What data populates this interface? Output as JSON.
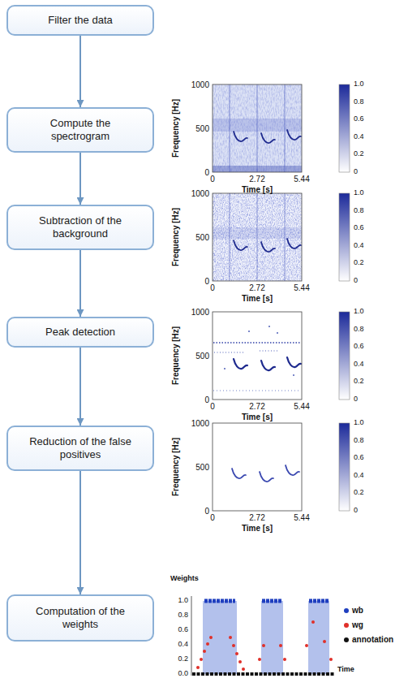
{
  "diagram": {
    "nodes": [
      {
        "text": [
          "Filter the data"
        ]
      },
      {
        "text": [
          "Compute the spectrogram"
        ]
      },
      {
        "text": [
          "Subtraction of the background"
        ]
      },
      {
        "text": [
          "Peak detection"
        ]
      },
      {
        "text": [
          "Reduction of the false positives"
        ]
      },
      {
        "text": [
          "Computation of the weights"
        ]
      }
    ],
    "edges": [
      {
        "from": 0,
        "to": 1,
        "arrow": "to"
      },
      {
        "from": 1,
        "to": 2,
        "arrow": "to"
      },
      {
        "from": 2,
        "to": 3,
        "arrow": "to"
      },
      {
        "from": 3,
        "to": 4,
        "arrow": "to"
      },
      {
        "from": 4,
        "to": 5,
        "arrow": "to"
      }
    ],
    "labels": [
      "Frequency [Hz]",
      "1000",
      "500",
      "0",
      "0",
      "2.72",
      "5.44",
      "Time [s]",
      "1.0",
      "0.8",
      "0.6",
      "0.4",
      "0.2",
      "0",
      "Frequency [Hz]",
      "1000",
      "500",
      "0",
      "0",
      "2.72",
      "5.44",
      "Time [s]",
      "1.0",
      "0.8",
      "0.6",
      "0.4",
      "0.2",
      "0",
      "Frequency [Hz]",
      "1000",
      "500",
      "0",
      "0",
      "2.72",
      "5.44",
      "Time [s]",
      "1.0",
      "0.8",
      "0.6",
      "0.4",
      "0.2",
      "0",
      "Frequency [Hz]",
      "1000",
      "500",
      "0",
      "0",
      "2.72",
      "5.44",
      "Time [s]",
      "1.0",
      "0.8",
      "0.6",
      "0.4",
      "0.2",
      "0",
      "Weights",
      "1.0",
      "0.8",
      "0.6",
      "0.4",
      "0.2",
      "0.0",
      "Time"
    ],
    "legend": [
      {
        "text": "wb",
        "color": "#1f3fbf"
      },
      {
        "text": "wg",
        "color": "#e0302a"
      },
      {
        "text": "annotation",
        "color": "#111111"
      }
    ]
  }
}
